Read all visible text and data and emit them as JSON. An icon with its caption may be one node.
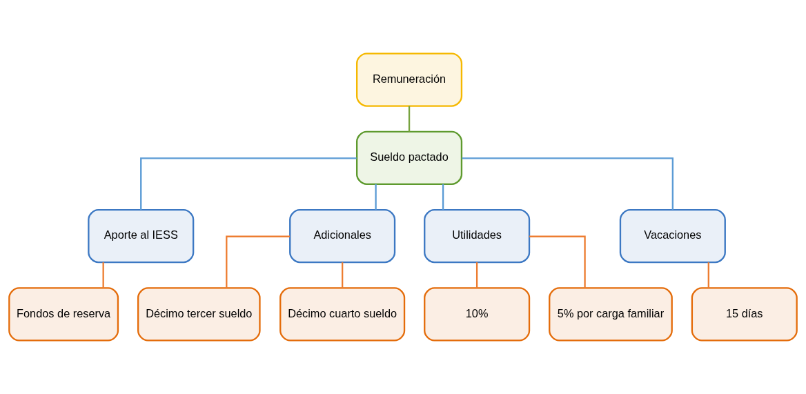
{
  "diagram": {
    "nodes": [
      {
        "text": [
          "Remuneración"
        ]
      },
      {
        "text": [
          "Sueldo pactado"
        ]
      },
      {
        "text": [
          "Aporte al IESS"
        ]
      },
      {
        "text": [
          "Adicionales"
        ]
      },
      {
        "text": [
          "Utilidades"
        ]
      },
      {
        "text": [
          "Vacaciones"
        ]
      },
      {
        "text": [
          "Fondos de reserva"
        ]
      },
      {
        "text": [
          "Décimo tercer sueldo"
        ]
      },
      {
        "text": [
          "Décimo cuarto sueldo"
        ]
      },
      {
        "text": [
          "10%"
        ]
      },
      {
        "text": [
          "5% por carga familiar"
        ]
      },
      {
        "text": [
          "15 días"
        ]
      }
    ],
    "edges": [
      {
        "from": 0,
        "to": 1,
        "arrow": "none",
        "color": "#77a33f"
      },
      {
        "from": 1,
        "to": 2,
        "arrow": "none",
        "color": "#5b9bd5"
      },
      {
        "from": 1,
        "to": 3,
        "arrow": "none",
        "color": "#5b9bd5"
      },
      {
        "from": 1,
        "to": 4,
        "arrow": "none",
        "color": "#5b9bd5"
      },
      {
        "from": 1,
        "to": 5,
        "arrow": "none",
        "color": "#5b9bd5"
      },
      {
        "from": 2,
        "to": 6,
        "arrow": "none",
        "color": "#ed7d31"
      },
      {
        "from": 3,
        "to": 7,
        "arrow": "none",
        "color": "#ed7d31"
      },
      {
        "from": 3,
        "to": 8,
        "arrow": "none",
        "color": "#ed7d31"
      },
      {
        "from": 4,
        "to": 9,
        "arrow": "none",
        "color": "#ed7d31"
      },
      {
        "from": 4,
        "to": 10,
        "arrow": "none",
        "color": "#ed7d31"
      },
      {
        "from": 5,
        "to": 11,
        "arrow": "none",
        "color": "#ed7d31"
      }
    ]
  }
}
